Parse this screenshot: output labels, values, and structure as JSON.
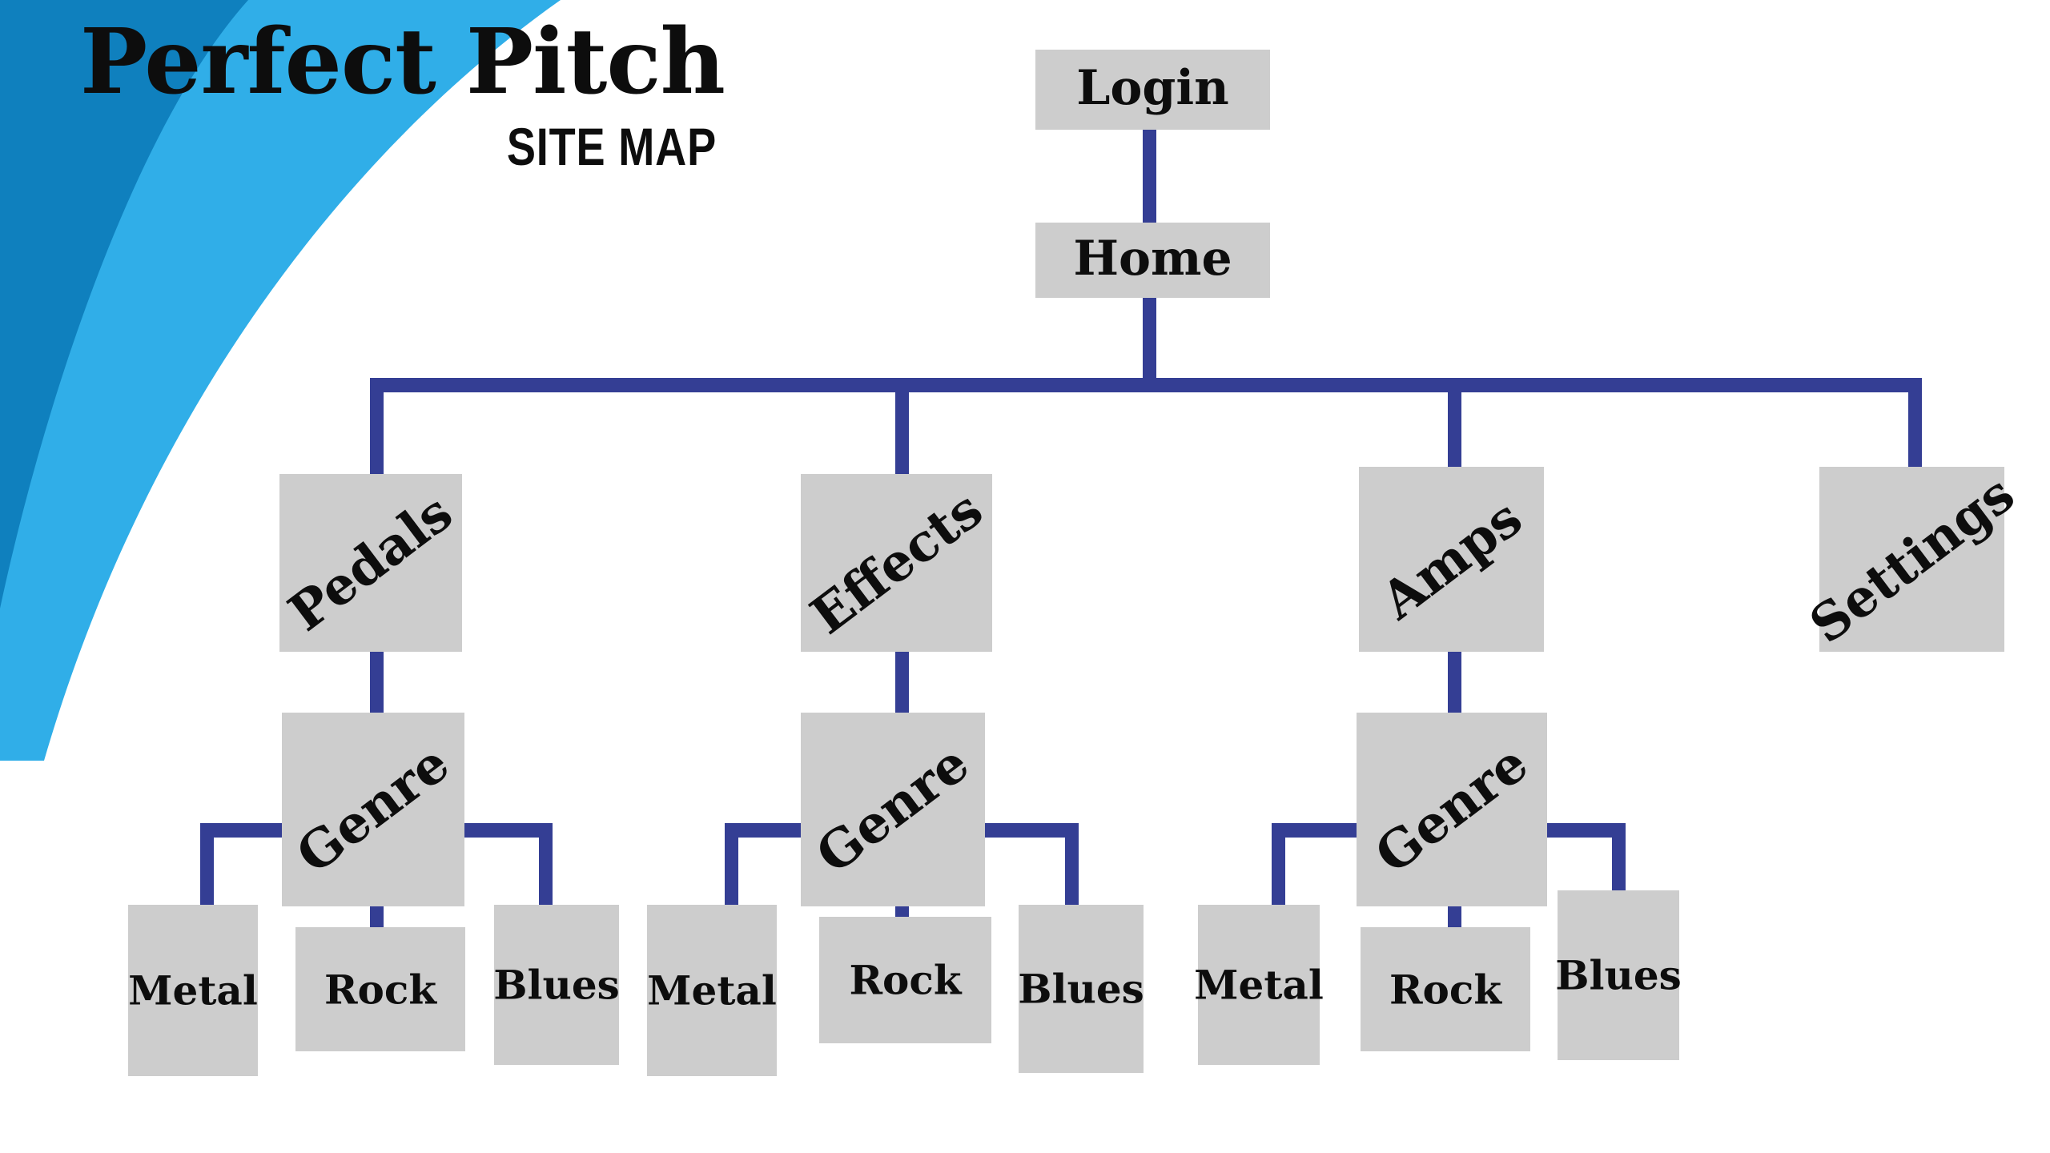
{
  "title": {
    "brand": "Perfect Pitch",
    "subtitle": "SITE MAP"
  },
  "colors": {
    "accent_dark_blue": "#0f80be",
    "accent_light_blue": "#30aee8",
    "connector": "#343e94",
    "node_fill": "#cdcdcd",
    "text": "#0d0d0d",
    "background": "#ffffff"
  },
  "sitemap": {
    "root": "Login",
    "nodes": {
      "login": "Login",
      "home": "Home",
      "pedals": "Pedals",
      "effects": "Effects",
      "amps": "Amps",
      "settings": "Settings",
      "genre_pedals": "Genre",
      "genre_effects": "Genre",
      "genre_amps": "Genre",
      "pedals_metal": "Metal",
      "pedals_rock": "Rock",
      "pedals_blues": "Blues",
      "effects_metal": "Metal",
      "effects_rock": "Rock",
      "effects_blues": "Blues",
      "amps_metal": "Metal",
      "amps_rock": "Rock",
      "amps_blues": "Blues"
    }
  },
  "chart_data": {
    "type": "diagram",
    "title": "Perfect Pitch Site Map",
    "subtitle": "SITE MAP",
    "layout": "top-down tree",
    "levels": [
      [
        "Login"
      ],
      [
        "Home"
      ],
      [
        "Pedals",
        "Effects",
        "Amps",
        "Settings"
      ],
      [
        "Genre",
        "Genre",
        "Genre"
      ],
      [
        "Metal",
        "Rock",
        "Blues",
        "Metal",
        "Rock",
        "Blues",
        "Metal",
        "Rock",
        "Blues"
      ]
    ],
    "edges": [
      {
        "from": "Login",
        "to": "Home"
      },
      {
        "from": "Home",
        "to": "Pedals"
      },
      {
        "from": "Home",
        "to": "Effects"
      },
      {
        "from": "Home",
        "to": "Amps"
      },
      {
        "from": "Home",
        "to": "Settings"
      },
      {
        "from": "Pedals",
        "to": "Genre (Pedals)"
      },
      {
        "from": "Effects",
        "to": "Genre (Effects)"
      },
      {
        "from": "Amps",
        "to": "Genre (Amps)"
      },
      {
        "from": "Genre (Pedals)",
        "to": "Metal"
      },
      {
        "from": "Genre (Pedals)",
        "to": "Rock"
      },
      {
        "from": "Genre (Pedals)",
        "to": "Blues"
      },
      {
        "from": "Genre (Effects)",
        "to": "Metal"
      },
      {
        "from": "Genre (Effects)",
        "to": "Rock"
      },
      {
        "from": "Genre (Effects)",
        "to": "Blues"
      },
      {
        "from": "Genre (Amps)",
        "to": "Metal"
      },
      {
        "from": "Genre (Amps)",
        "to": "Rock"
      },
      {
        "from": "Genre (Amps)",
        "to": "Blues"
      }
    ]
  }
}
